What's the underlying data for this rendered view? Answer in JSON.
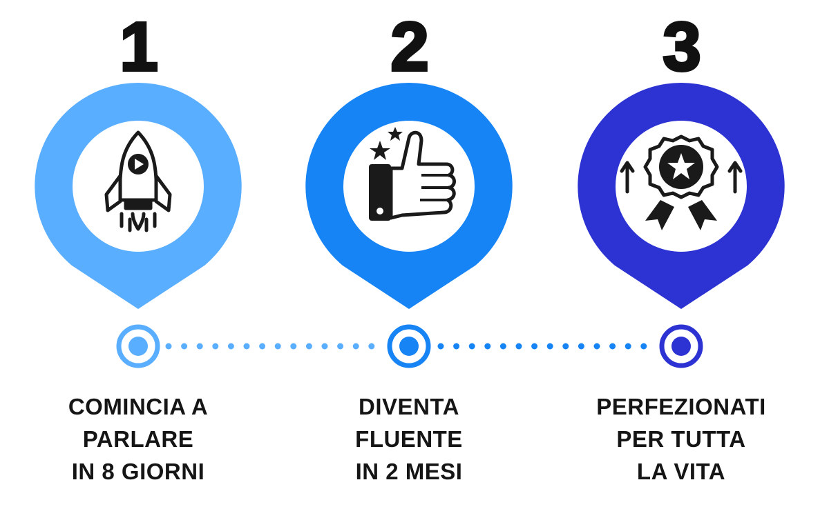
{
  "steps": [
    {
      "number": "1",
      "color": "#5aaeff",
      "icon": "rocket-icon",
      "caption_lines": [
        "COMINCIA A",
        "PARLARE",
        "IN 8 GIORNI"
      ]
    },
    {
      "number": "2",
      "color": "#1684f5",
      "icon": "thumbs-up-stars-icon",
      "caption_lines": [
        "DIVENTA",
        "FLUENTE",
        "IN 2 MESI"
      ]
    },
    {
      "number": "3",
      "color": "#2c33d2",
      "icon": "award-badge-icon",
      "caption_lines": [
        "PERFEZIONATI",
        "PER TUTTA",
        "LA VITA"
      ]
    }
  ],
  "connector_colors": [
    "#5aaeff",
    "#1684f5"
  ]
}
